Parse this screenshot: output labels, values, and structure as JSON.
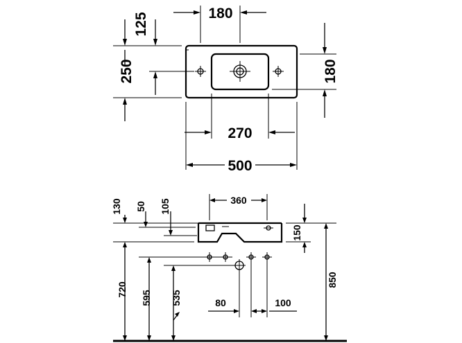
{
  "plan_view": {
    "dims": {
      "overflow_offset": "125",
      "tap_spacing": "180",
      "basin_depth": "250",
      "bowl_depth": "180",
      "bowl_width": "270",
      "basin_width": "500"
    }
  },
  "side_view": {
    "dims": {
      "dim_130": "130",
      "dim_50": "50",
      "dim_105": "105",
      "top_width": "360",
      "rim_height": "150",
      "rough_in_720": "720",
      "rough_in_595": "595",
      "rough_in_535": "535",
      "offset_80": "80",
      "offset_100": "100",
      "mount_height": "850"
    }
  }
}
